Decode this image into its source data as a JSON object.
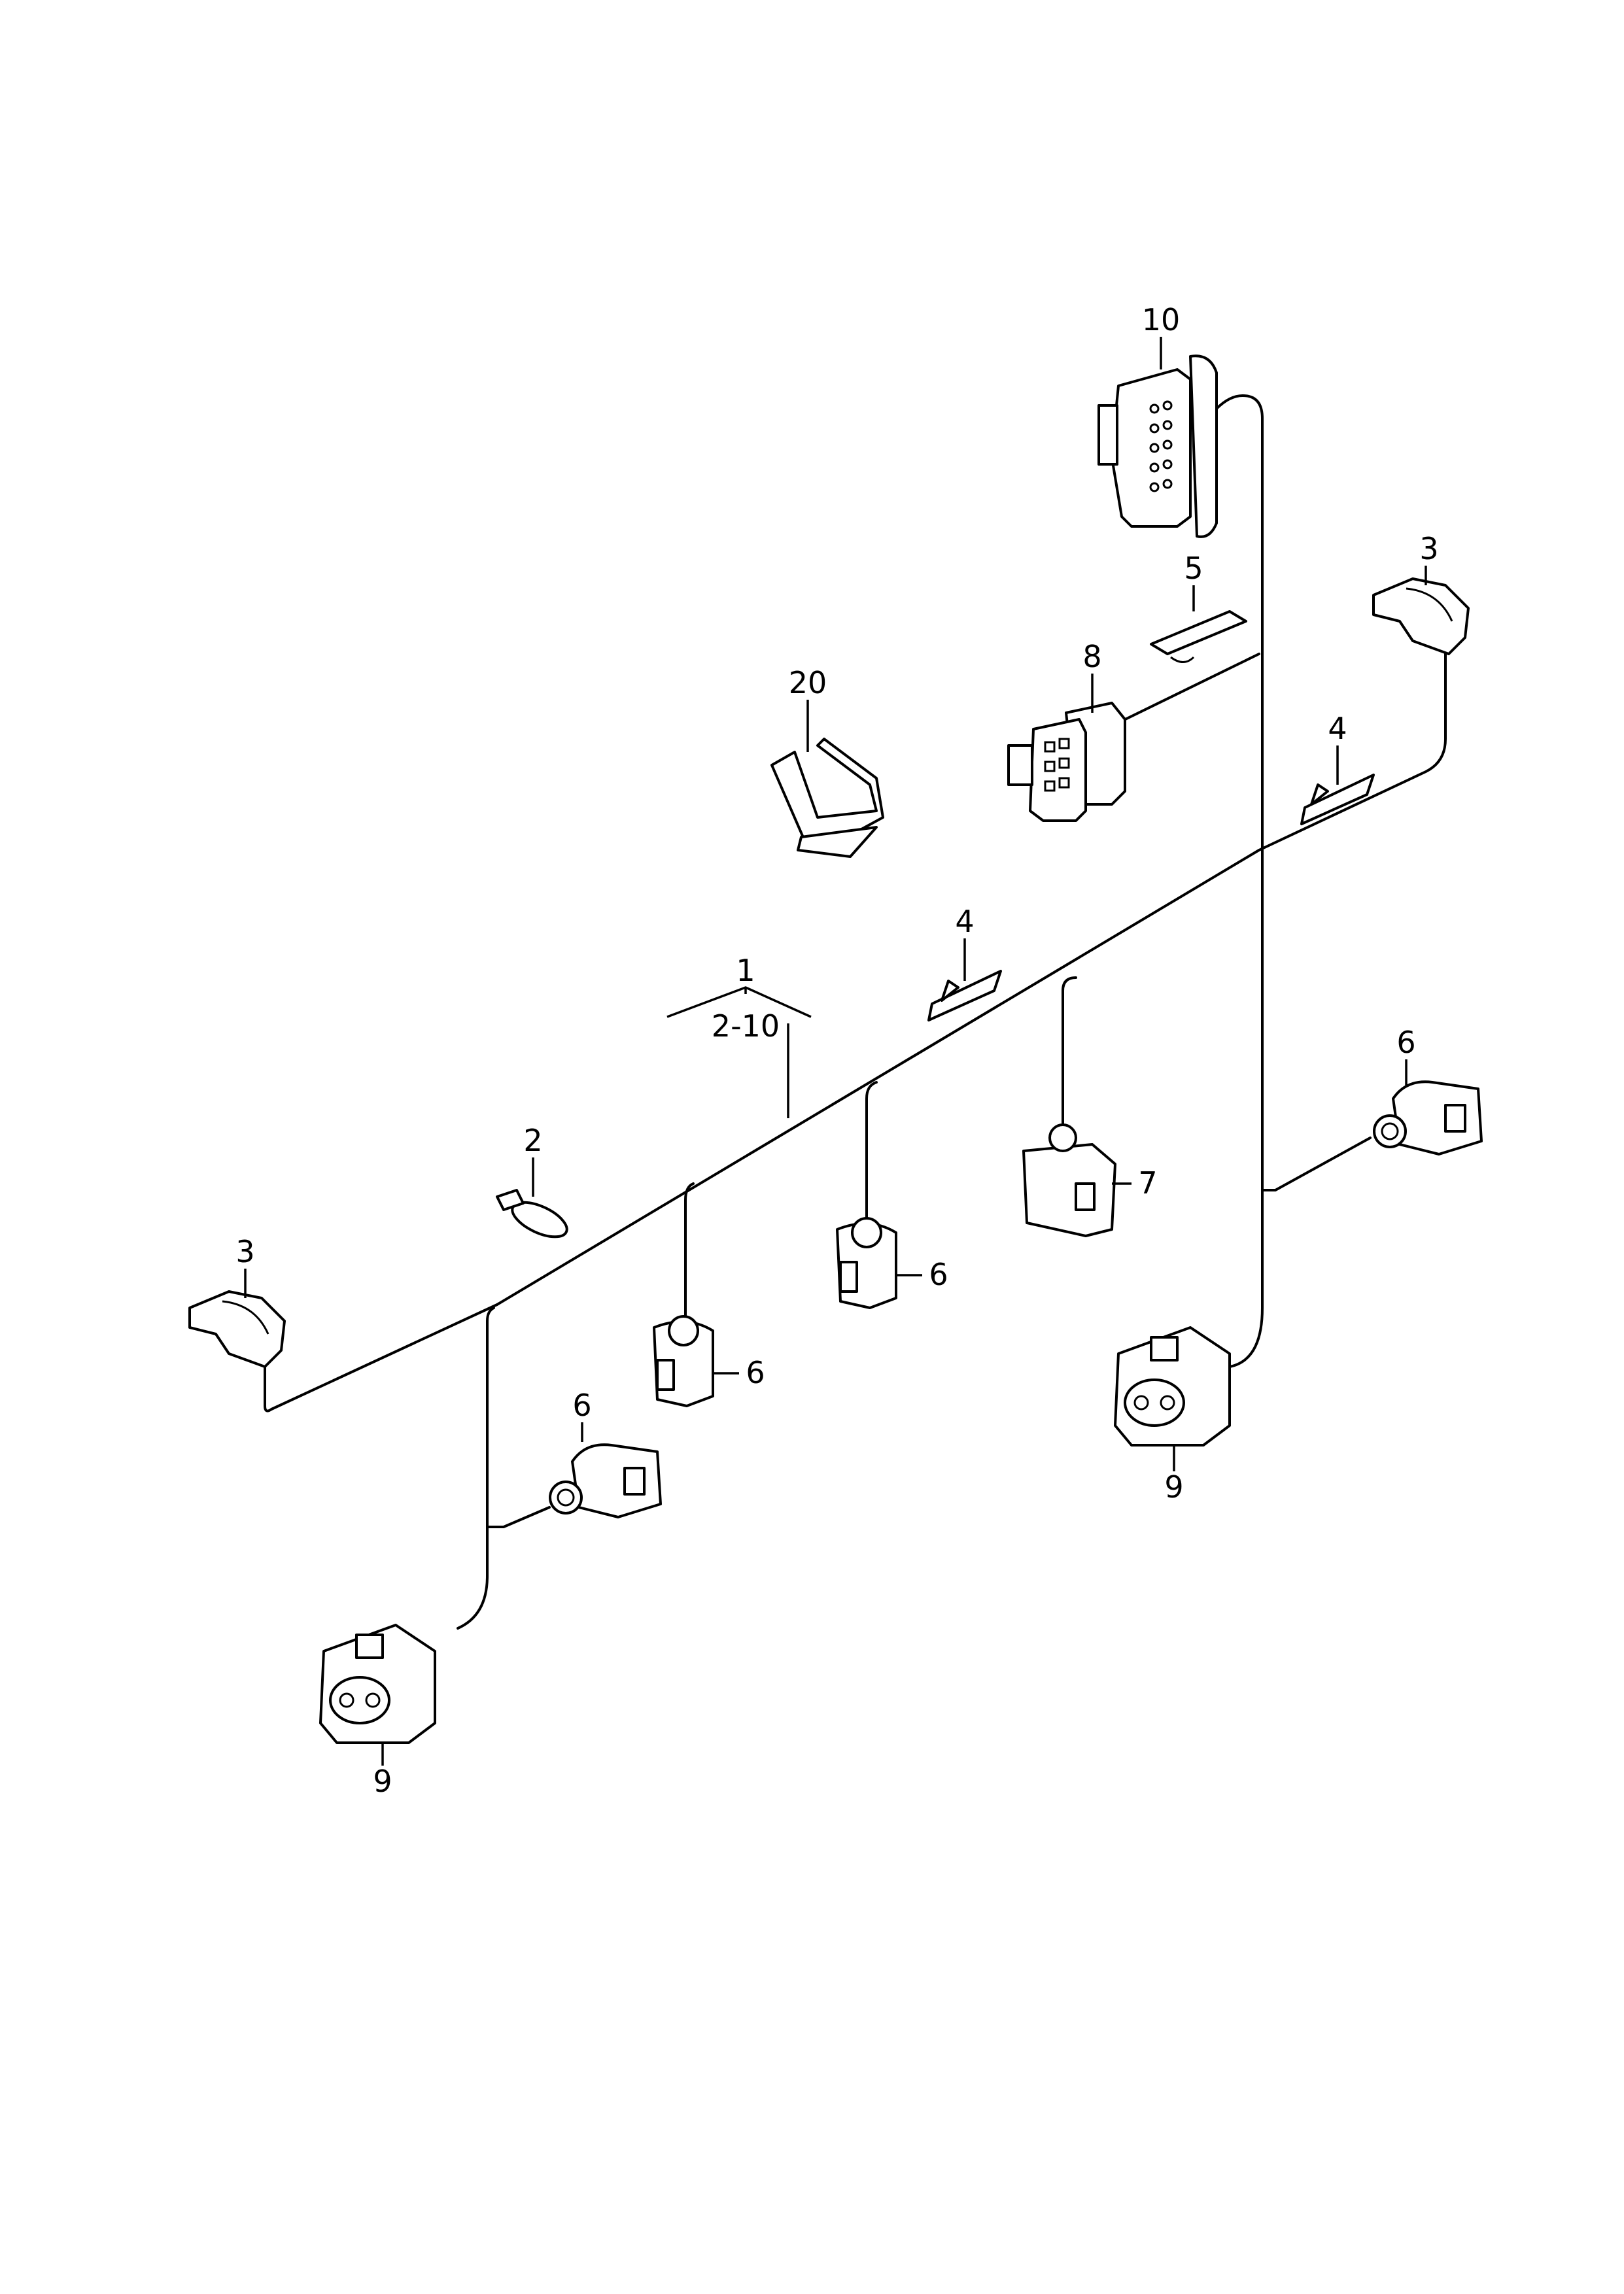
{
  "callouts": {
    "c1": "1",
    "c1_range": "2-10",
    "c2": "2",
    "c3_left": "3",
    "c3_right": "3",
    "c4_mid": "4",
    "c4_right": "4",
    "c5": "5",
    "c6_a": "6",
    "c6_b": "6",
    "c6_c": "6",
    "c6_d": "6",
    "c7": "7",
    "c8": "8",
    "c9_left": "9",
    "c9_right": "9",
    "c10": "10",
    "c20": "20"
  },
  "colors": {
    "line": "#000000",
    "background": "#ffffff"
  }
}
